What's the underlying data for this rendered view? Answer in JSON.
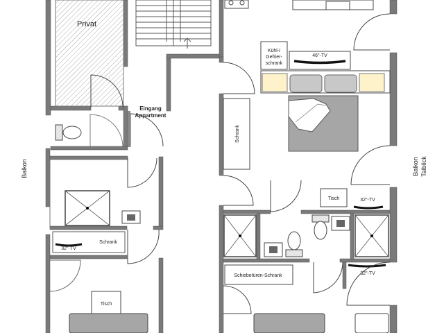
{
  "labels": {
    "privat": "Privat",
    "eingang_line1": "Eingang",
    "eingang_line2": "Appartment",
    "kuehl_line1": "Kühl-/",
    "kuehl_line2": "Gefrier-",
    "kuehl_line3": "schrank",
    "tv_46": "46\"-TV",
    "schrank_vertical": "Schrank",
    "tisch_right": "Tisch",
    "tv_32_right_top": "32\"-TV",
    "schiebetueren_schrank": "Schiebetüren-Schrank",
    "tv_32_right_bottom": "32\"-TV",
    "tv_32_left": "32\"-TV",
    "schrank_left": "Schrank",
    "tisch_left": "Tisch",
    "balkon_left": "Balkon",
    "balkon_right_line1": "Balkon",
    "balkon_right_line2": "Talblick"
  },
  "colors": {
    "wall": "#777777",
    "wall_dark": "#5a5a5a",
    "furniture_fill": "#a6a6a6",
    "pillow_fill": "#c8c8c8",
    "nightstand_fill": "#fdf2c9",
    "hatch": "#999999"
  }
}
